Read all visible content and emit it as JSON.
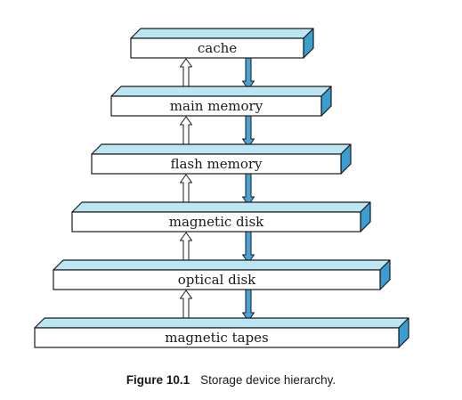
{
  "diagram": {
    "tiers": [
      {
        "label": "cache"
      },
      {
        "label": "main memory"
      },
      {
        "label": "flash memory"
      },
      {
        "label": "magnetic disk"
      },
      {
        "label": "optical disk"
      },
      {
        "label": "magnetic tapes"
      }
    ]
  },
  "caption": {
    "figure_number": "Figure 10.1",
    "text": "Storage device hierarchy."
  },
  "colors": {
    "box_top": "#bde6f5",
    "box_side": "#3b9ed0",
    "outline": "#1a1a1a",
    "down_arrow": "#4aa3d6",
    "up_arrow": "#ffffff"
  }
}
